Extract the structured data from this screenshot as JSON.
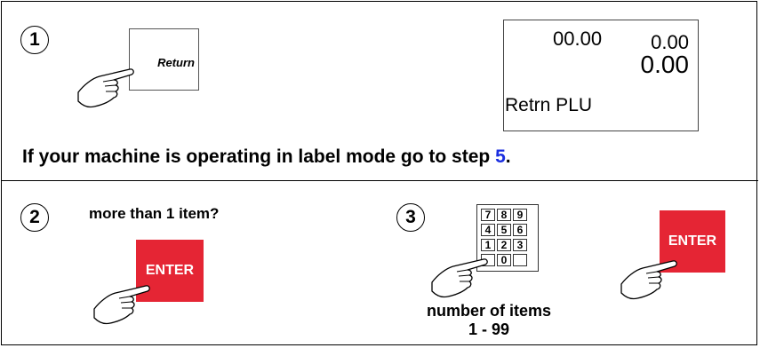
{
  "step1": {
    "number": "1",
    "return_key_label": "Return",
    "display": {
      "value_left": "00.00",
      "value_right": "0.00",
      "value_main": "0.00",
      "label": "Retrn PLU"
    }
  },
  "instruction": {
    "text_before": "If your machine is operating in label mode go to step ",
    "step_link": "5",
    "text_after": "."
  },
  "step2": {
    "number": "2",
    "question": "more than 1 item?",
    "enter_label": "ENTER"
  },
  "step3": {
    "number": "3",
    "keypad_keys": [
      "7",
      "8",
      "9",
      "4",
      "5",
      "6",
      "1",
      "2",
      "3",
      "",
      "0",
      ""
    ],
    "enter_label": "ENTER",
    "count_label_line1": "number of items",
    "count_label_line2": "1 - 99"
  },
  "colors": {
    "enter_key": "#e52534",
    "step_link": "#1a2ee0",
    "border": "#000000"
  },
  "icons": [
    "pointing-hand-icon"
  ]
}
